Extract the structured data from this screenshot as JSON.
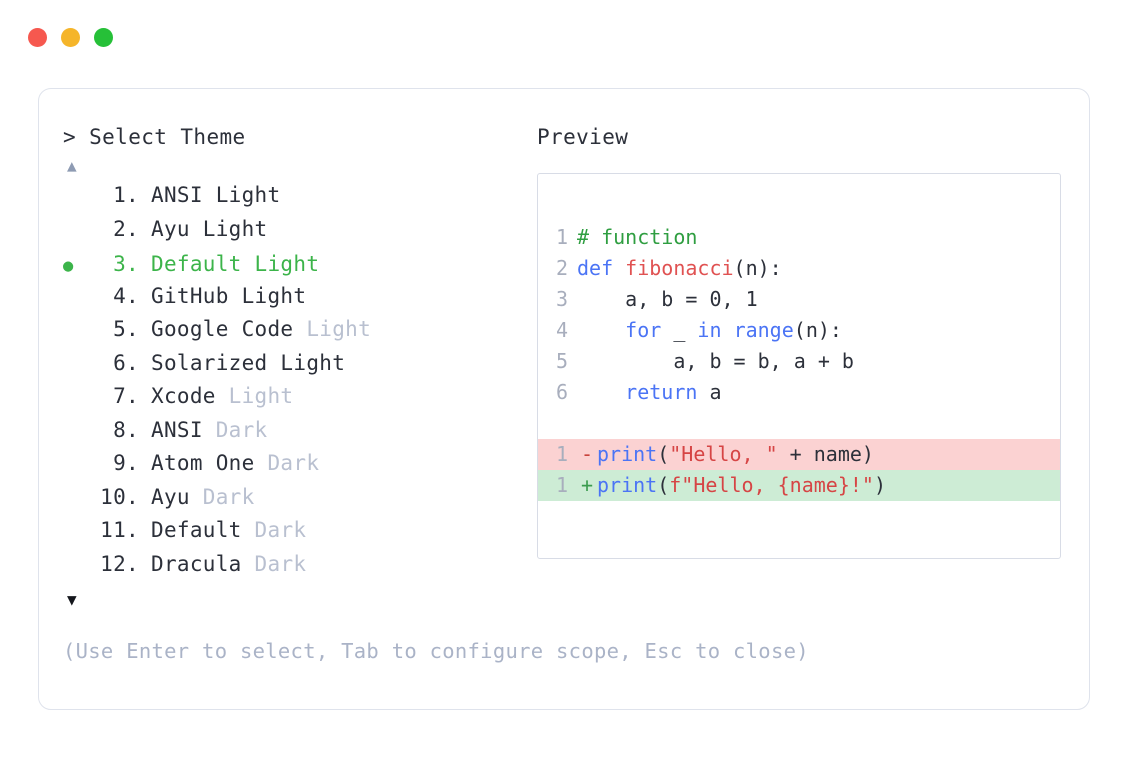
{
  "window": {
    "traffic_lights": [
      {
        "name": "close",
        "color": "#f6584f"
      },
      {
        "name": "minimize",
        "color": "#f5b52a"
      },
      {
        "name": "maximize",
        "color": "#26c038"
      }
    ]
  },
  "picker": {
    "prompt": "> Select Theme",
    "scroll_up_glyph": "▲",
    "scroll_down_glyph": "▼",
    "selected_bullet": "●",
    "selected_index": 3,
    "accent_color": "#3cb44a",
    "items": [
      {
        "num": "1.",
        "name": "ANSI Light",
        "tag": "",
        "selected": false
      },
      {
        "num": "2.",
        "name": "Ayu Light",
        "tag": "",
        "selected": false
      },
      {
        "num": "3.",
        "name": "Default Light",
        "tag": "",
        "selected": true
      },
      {
        "num": "4.",
        "name": "GitHub Light",
        "tag": "",
        "selected": false
      },
      {
        "num": "5.",
        "name": "Google Code",
        "tag": "Light",
        "selected": false
      },
      {
        "num": "6.",
        "name": "Solarized Light",
        "tag": "",
        "selected": false
      },
      {
        "num": "7.",
        "name": "Xcode",
        "tag": "Light",
        "selected": false
      },
      {
        "num": "8.",
        "name": "ANSI",
        "tag": "Dark",
        "selected": false
      },
      {
        "num": "9.",
        "name": "Atom One",
        "tag": "Dark",
        "selected": false
      },
      {
        "num": "10.",
        "name": "Ayu",
        "tag": "Dark",
        "selected": false
      },
      {
        "num": "11.",
        "name": "Default",
        "tag": "Dark",
        "selected": false
      },
      {
        "num": "12.",
        "name": "Dracula",
        "tag": "Dark",
        "selected": false
      }
    ],
    "footer_hint": "(Use Enter to select, Tab to configure scope, Esc to close)"
  },
  "preview": {
    "label": "Preview",
    "code_lines": [
      {
        "gutter": "1",
        "tokens": [
          {
            "t": "# function",
            "c": "comment"
          }
        ]
      },
      {
        "gutter": "2",
        "tokens": [
          {
            "t": "def ",
            "c": "keyword"
          },
          {
            "t": "fibonacci",
            "c": "func"
          },
          {
            "t": "(n):",
            "c": "plain"
          }
        ]
      },
      {
        "gutter": "3",
        "tokens": [
          {
            "t": "    a, b = 0, 1",
            "c": "plain"
          }
        ]
      },
      {
        "gutter": "4",
        "tokens": [
          {
            "t": "    ",
            "c": "plain"
          },
          {
            "t": "for",
            "c": "keyword"
          },
          {
            "t": " _ ",
            "c": "plain"
          },
          {
            "t": "in",
            "c": "keyword"
          },
          {
            "t": " ",
            "c": "plain"
          },
          {
            "t": "range",
            "c": "builtin"
          },
          {
            "t": "(n):",
            "c": "plain"
          }
        ]
      },
      {
        "gutter": "5",
        "tokens": [
          {
            "t": "        a, b = b, a + b",
            "c": "plain"
          }
        ]
      },
      {
        "gutter": "6",
        "tokens": [
          {
            "t": "    ",
            "c": "plain"
          },
          {
            "t": "return",
            "c": "keyword"
          },
          {
            "t": " a",
            "c": "plain"
          }
        ]
      }
    ],
    "diff_lines": [
      {
        "gutter": "1",
        "marker": "-",
        "kind": "del",
        "tokens": [
          {
            "t": "print",
            "c": "builtin"
          },
          {
            "t": "(",
            "c": "plain"
          },
          {
            "t": "\"Hello, \"",
            "c": "string"
          },
          {
            "t": " + name)",
            "c": "plain"
          }
        ]
      },
      {
        "gutter": "1",
        "marker": "+",
        "kind": "add",
        "tokens": [
          {
            "t": "print",
            "c": "builtin"
          },
          {
            "t": "(",
            "c": "plain"
          },
          {
            "t": "f\"Hello, {name}!\"",
            "c": "string"
          },
          {
            "t": ")",
            "c": "plain"
          }
        ]
      }
    ]
  }
}
